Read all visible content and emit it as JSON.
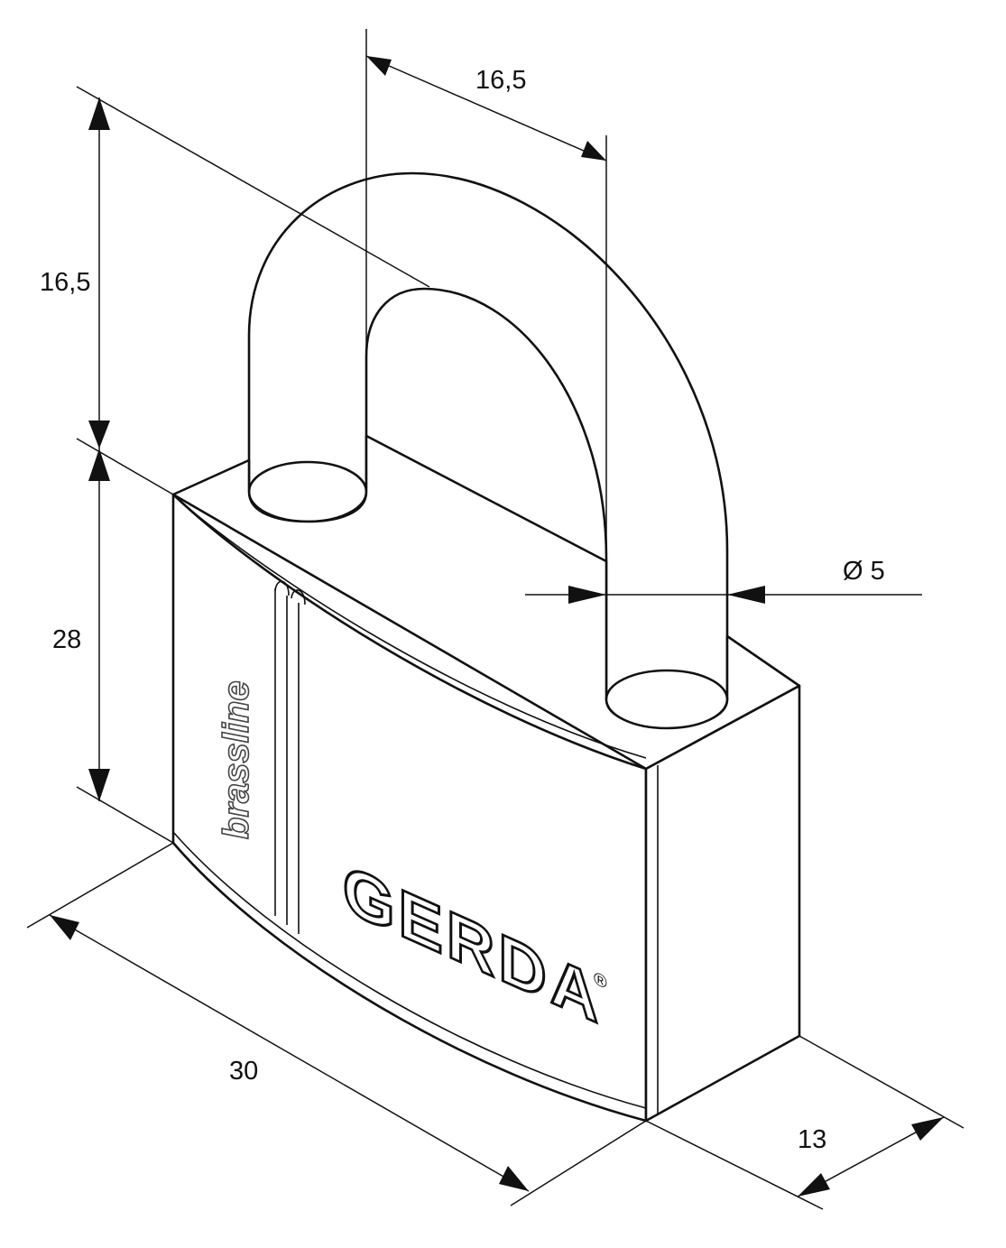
{
  "diagram": {
    "dimensions": {
      "shackle_clearance_width": "16,5",
      "shackle_clearance_height": "16,5",
      "body_height": "28",
      "shackle_diameter": "Ø 5",
      "body_width": "30",
      "body_depth": "13"
    },
    "body_engraving": "brassline",
    "logo": {
      "text": "GERDA",
      "registered_mark": "®"
    },
    "colors": {
      "line": "#111111",
      "background": "#ffffff"
    }
  }
}
